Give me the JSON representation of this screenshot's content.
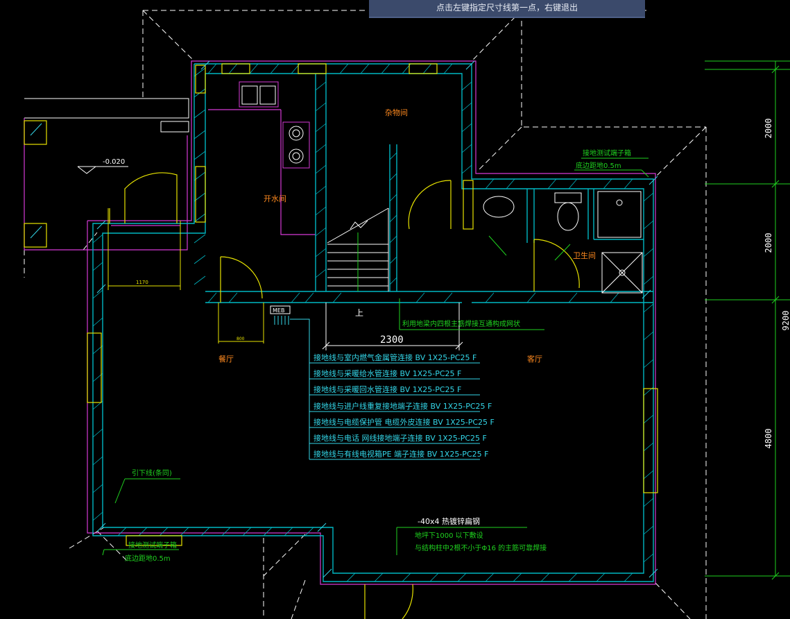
{
  "command_prompt": "点击左键指定尺寸线第一点，右键退出",
  "colors": {
    "background": "#000000",
    "wall": "#00b7c3",
    "magenta": "#d63ad6",
    "white": "#ffffff",
    "yellow": "#e8e400",
    "green": "#1fd21f",
    "cyan_text": "#33d6e8",
    "room_label": "#ff8a1f"
  },
  "rooms": {
    "storage": "杂物间",
    "kitchen": "开水间",
    "bathroom": "卫生间",
    "dining": "餐厅",
    "living": "客厅"
  },
  "level_mark": "-0.020",
  "meb_label": "MEB",
  "stair_up_label": "上",
  "dimensions": {
    "stair_width": "2300",
    "small_a": "1170",
    "small_b": "800",
    "right_top": "2000",
    "right_mid": "2000",
    "right_cut": "9200",
    "right_bottom": "4800"
  },
  "foundation_note": "利用地梁内四根主筋焊接互通构成网状",
  "test_box_top": {
    "line1": "接地测试端子箱",
    "line2": "底边距地0.5m"
  },
  "test_box_bottom": {
    "line1": "接地测试端子箱",
    "line2": "底边距地0.5m"
  },
  "down_conductor": "引下线(条同)",
  "steel_note": {
    "line1": "-40x4 热镀锌扁钢",
    "line2": "地坪下1000 以下敷设",
    "line3": "与结构柱中2根不小于Φ16 的主筋可靠焊接"
  },
  "grounding_table": [
    "接地线与室内燃气金属管连接 BV 1X25-PC25 F",
    "接地线与采暖给水管连接 BV 1X25-PC25 F",
    "接地线与采暖回水管连接 BV 1X25-PC25 F",
    "接地线与进户线重复接地端子连接 BV 1X25-PC25 F",
    "接地线与电缆保护管 电缆外皮连接 BV 1X25-PC25 F",
    "接地线与电话 网线接地端子连接 BV 1X25-PC25 F",
    "接地线与有线电视箱PE 端子连接 BV 1X25-PC25 F"
  ]
}
